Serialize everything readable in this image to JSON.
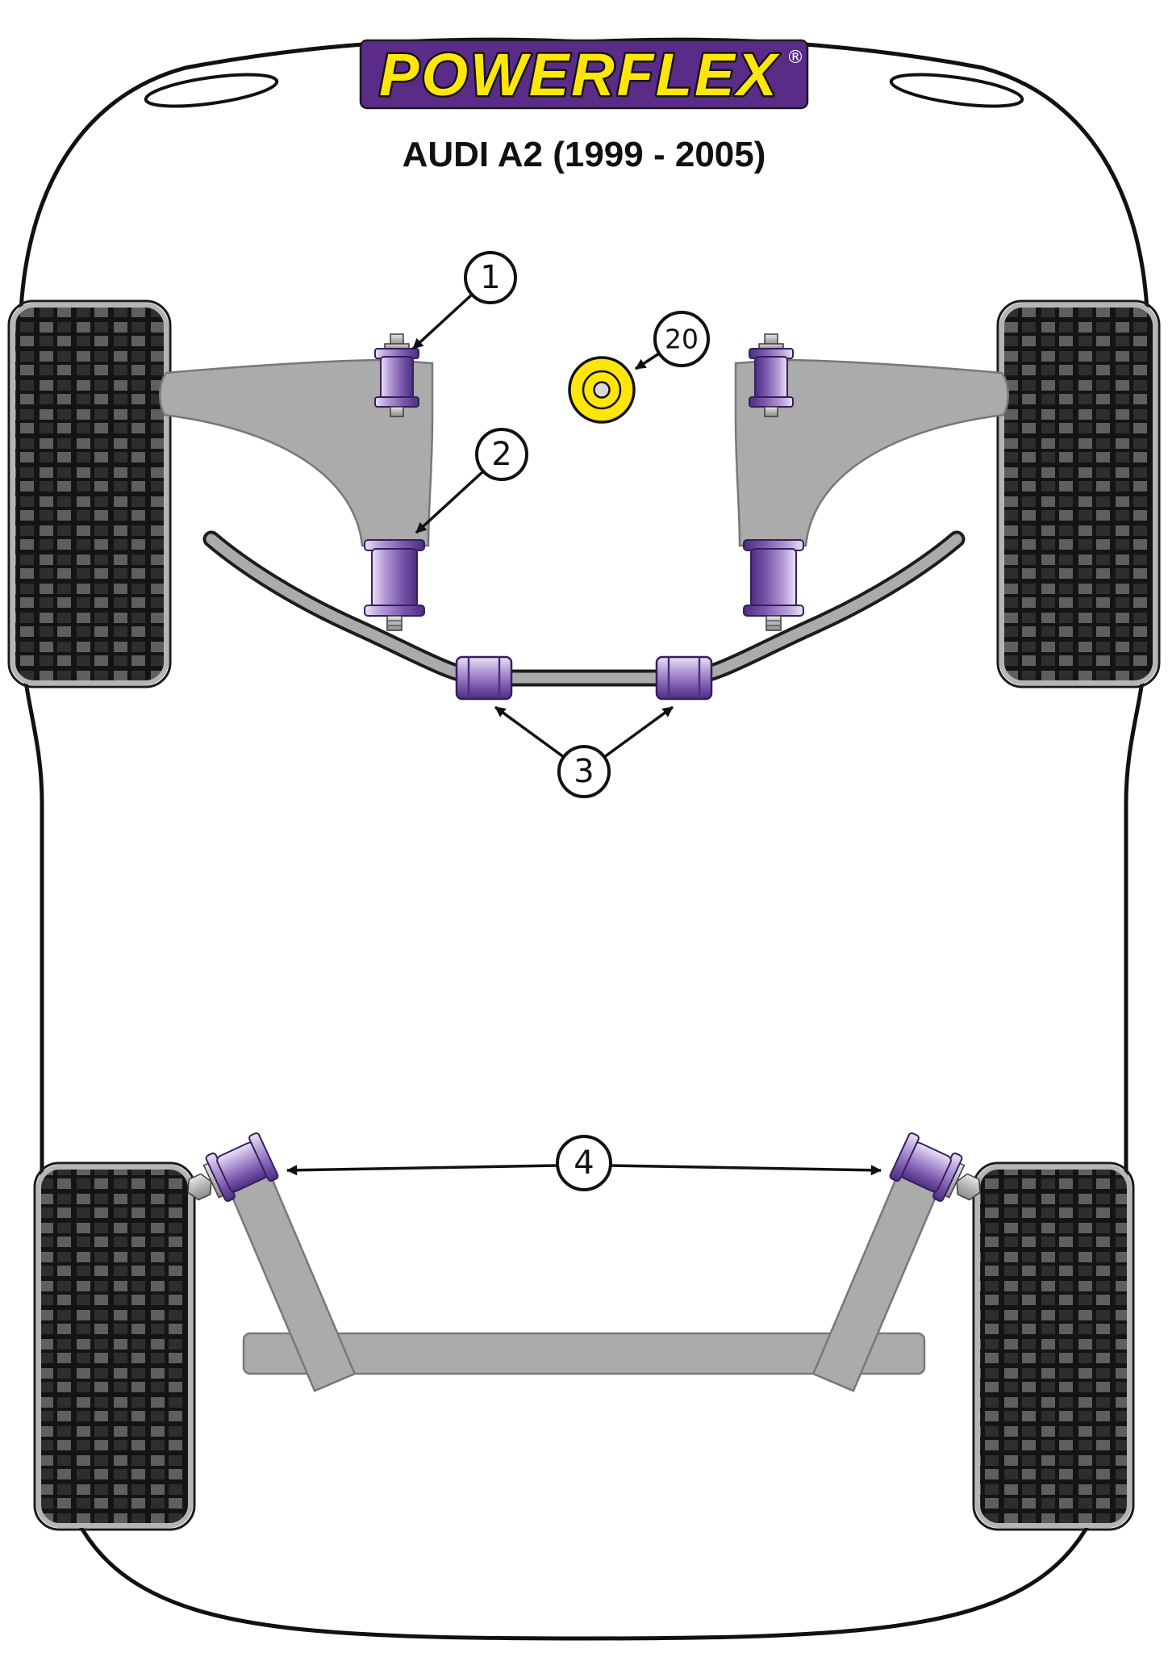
{
  "diagram": {
    "brand": "POWERFLEX",
    "registered_mark": "®",
    "title": "AUDI A2 (1999 - 2005)",
    "callouts": [
      {
        "label": "1"
      },
      {
        "label": "2"
      },
      {
        "label": "20"
      },
      {
        "label": "3"
      },
      {
        "label": "4"
      }
    ],
    "colors": {
      "brand_purple": "#5b2c87",
      "brand_yellow": "#ffe60a",
      "bush_purple": "#7a57ad",
      "bush_yellow": "#ffe60a"
    }
  }
}
